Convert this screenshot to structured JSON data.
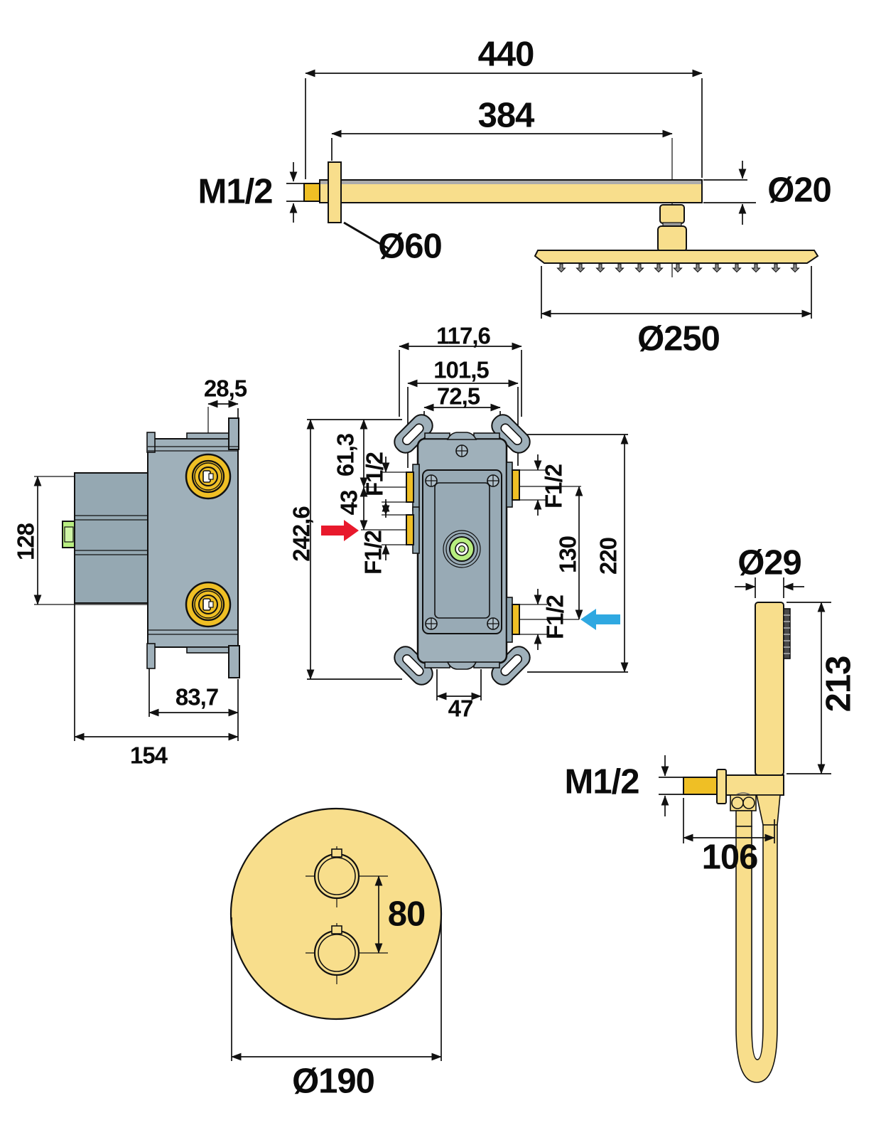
{
  "labels": {
    "arm_length": "440",
    "arm_inner_length": "384",
    "arm_wall_thread": "M1/2",
    "arm_diameter": "Ø20",
    "arm_flange_diameter": "Ø60",
    "head_diameter": "Ø250",
    "box_overall_width": "117,6",
    "box_port_width": "101,5",
    "box_inner_width": "72,5",
    "box_side_offset": "28,5",
    "side_port_spacing": "128",
    "side_body_depth": "83,7",
    "side_overall_depth": "154",
    "box_overall_height": "242,6",
    "box_top_to_upper_port": "61,3",
    "left_port_spacing": "43",
    "upper_left_port_thread": "F1/2",
    "lower_left_port_thread": "F1/2",
    "upper_right_port_thread": "F1/2",
    "lower_right_port_thread": "F1/2",
    "right_port_spacing": "130",
    "box_tab_height": "220",
    "box_bottom_width": "47",
    "handshower_diameter": "Ø29",
    "handshower_length": "213",
    "handshower_wall_thread": "M1/2",
    "handshower_bracket_length": "106",
    "plate_handle_spacing": "80",
    "plate_diameter": "Ø190"
  },
  "colors": {
    "brass": "#F8DE8C",
    "gold": "#EFBF25",
    "body-gray": "#9FB0BA",
    "side-gray": "#95A8B2",
    "cap-gray": "#8FA3AE",
    "green": "#B8EE80",
    "green-light": "#CFF5A6",
    "hot-red": "#E8192C",
    "cold-blue": "#2FA8E1",
    "line": "#111111",
    "metal-gray": "#ABABAB",
    "spray-dark": "#4A4A4A",
    "screw-gray": "#AEBEC8"
  },
  "icons": {
    "hot_water_arrow": "red-right-arrow",
    "cold_water_arrow": "blue-left-arrow"
  }
}
